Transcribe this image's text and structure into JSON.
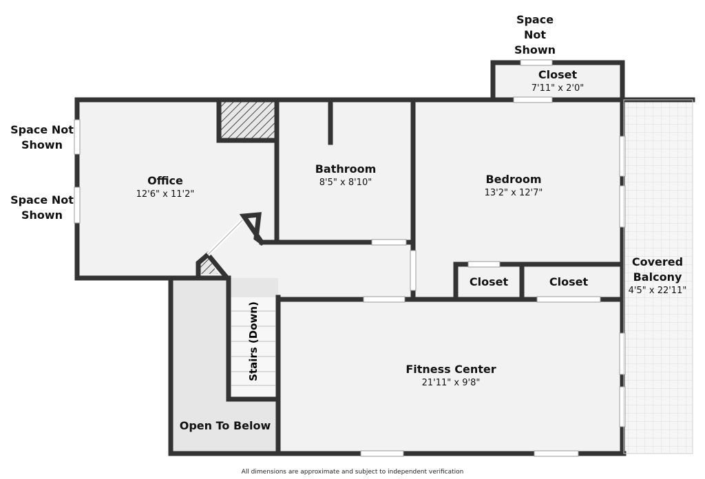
{
  "rooms": {
    "office": {
      "name": "Office",
      "dims": "12'6\" x 11'2\""
    },
    "bathroom": {
      "name": "Bathroom",
      "dims": "8'5\" x 8'10\""
    },
    "bedroom": {
      "name": "Bedroom",
      "dims": "13'2\" x 12'7\""
    },
    "closet_top": {
      "name": "Closet",
      "dims": "7'11\" x 2'0\""
    },
    "closet_left": {
      "name": "Closet"
    },
    "closet_right": {
      "name": "Closet"
    },
    "fitness": {
      "name": "Fitness Center",
      "dims": "21'11\" x 9'8\""
    },
    "balcony": {
      "name_line1": "Covered",
      "name_line2": "Balcony",
      "dims": "4'5\" x 22'11\""
    },
    "open_below": {
      "name": "Open To Below"
    },
    "stairs": {
      "name": "Stairs (Down)"
    }
  },
  "side_labels": {
    "top": {
      "line1": "Space",
      "line2": "Not",
      "line3": "Shown"
    },
    "left_upper": {
      "line1": "Space Not",
      "line2": "Shown"
    },
    "left_lower": {
      "line1": "Space Not",
      "line2": "Shown"
    }
  },
  "footer": "All dimensions are approximate and subject to independent verification",
  "colors": {
    "wall": "#333333",
    "floor": "#f2f2f2",
    "open_area": "#e6e6e6",
    "balcony": "#f7f7f7",
    "window": "#ffffff"
  }
}
